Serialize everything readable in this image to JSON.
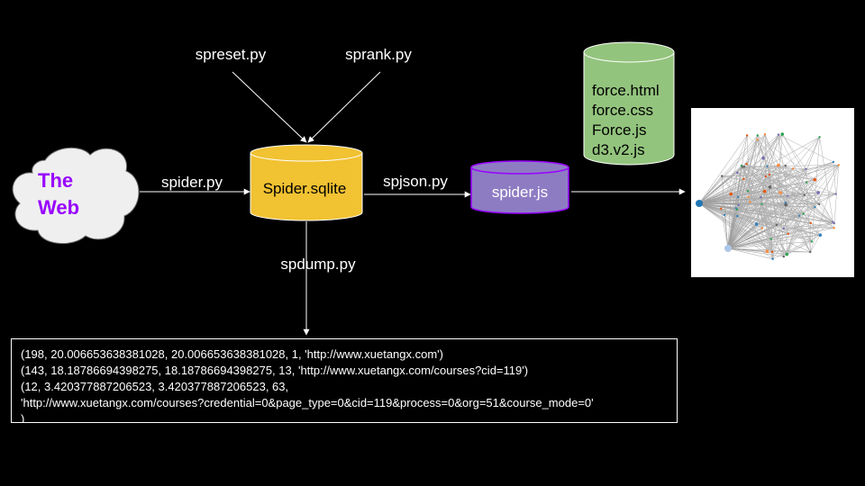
{
  "nodes": {
    "web": {
      "line1": "The",
      "line2": "Web"
    },
    "spider_db": "Spider.sqlite",
    "spider_js": "spider.js",
    "files": [
      "force.html",
      "force.css",
      "Force.js",
      "d3.v2.js"
    ]
  },
  "edges": {
    "spreset": "spreset.py",
    "sprank": "sprank.py",
    "spider": "spider.py",
    "spjson": "spjson.py",
    "spdump": "spdump.py"
  },
  "output_lines": [
    "(198, 20.006653638381028, 20.006653638381028, 1, 'http://www.xuetangx.com')",
    "(143, 18.18786694398275, 18.18786694398275, 13, 'http://www.xuetangx.com/courses?cid=119')",
    "(12, 3.420377887206523, 3.420377887206523, 63,",
    "'http://www.xuetangx.com/courses?credential=0&page_type=0&cid=119&process=0&org=51&course_mode=0'",
    ")"
  ],
  "colors": {
    "background": "#000000",
    "cloud_fill": "#efefef",
    "cloud_text": "#9900ff",
    "sqlite_fill": "#f1c232",
    "js_fill": "#8e7cc3",
    "js_border": "#9900ff",
    "files_fill": "#93c47d",
    "graph_bg": "#ffffff"
  }
}
